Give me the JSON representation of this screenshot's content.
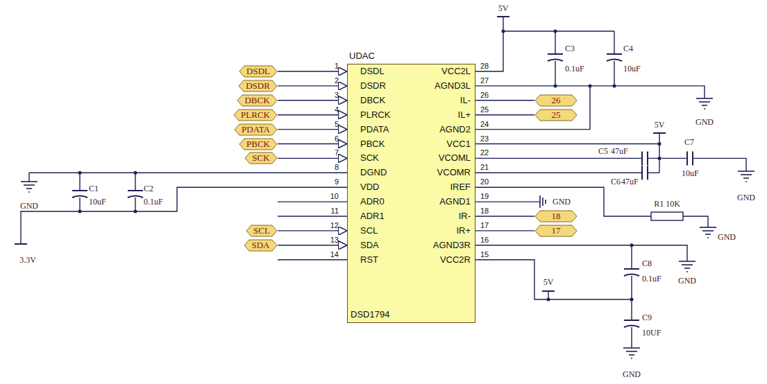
{
  "diagram": {
    "nodes": [
      {
        "text": [
          "UDAC",
          "DSDL",
          "DSDR",
          "DBCK",
          "PLRCK",
          "PDATA",
          "PBCK",
          "SCK",
          "DGND",
          "VDD",
          "ADR0",
          "ADR1",
          "SCL",
          "SDA",
          "RST",
          "VCC2L",
          "AGND3L",
          "IL-",
          "IL+",
          "AGND2",
          "VCC1",
          "VCOML",
          "VCOMR",
          "IREF",
          "AGND1",
          "IR-",
          "IR+",
          "AGND3R",
          "VCC2R",
          "DSD1794"
        ]
      },
      {
        "text": [
          "DSDL"
        ]
      },
      {
        "text": [
          "DSDR"
        ]
      },
      {
        "text": [
          "DBCK"
        ]
      },
      {
        "text": [
          "PLRCK"
        ]
      },
      {
        "text": [
          "PDATA"
        ]
      },
      {
        "text": [
          "PBCK"
        ]
      },
      {
        "text": [
          "SCK"
        ]
      },
      {
        "text": [
          "SCL"
        ]
      },
      {
        "text": [
          "SDA"
        ]
      },
      {
        "text": [
          "26"
        ]
      },
      {
        "text": [
          "25"
        ]
      },
      {
        "text": [
          "18"
        ]
      },
      {
        "text": [
          "17"
        ]
      }
    ],
    "edges": [
      {
        "from": 1,
        "to": 0,
        "arrow": "to"
      },
      {
        "from": 2,
        "to": 0,
        "arrow": "to"
      },
      {
        "from": 3,
        "to": 0,
        "arrow": "to"
      },
      {
        "from": 4,
        "to": 0,
        "arrow": "to"
      },
      {
        "from": 5,
        "to": 0,
        "arrow": "to"
      },
      {
        "from": 6,
        "to": 0,
        "arrow": "to"
      },
      {
        "from": 7,
        "to": 0,
        "arrow": "to"
      },
      {
        "from": 8,
        "to": 0,
        "arrow": "to"
      },
      {
        "from": 9,
        "to": 0,
        "arrow": "to"
      },
      {
        "from": 10,
        "to": 0,
        "arrow": "none"
      },
      {
        "from": 11,
        "to": 0,
        "arrow": "none"
      },
      {
        "from": 12,
        "to": 0,
        "arrow": "none"
      },
      {
        "from": 13,
        "to": 0,
        "arrow": "none"
      }
    ],
    "labels": [
      "1",
      "2",
      "3",
      "4",
      "5",
      "6",
      "7",
      "8",
      "9",
      "10",
      "11",
      "12",
      "13",
      "14",
      "28",
      "27",
      "26",
      "25",
      "24",
      "23",
      "22",
      "21",
      "20",
      "19",
      "18",
      "17",
      "16",
      "15",
      "5V",
      "C3",
      "0.1uF",
      "C4",
      "10uF",
      "GND",
      "5V",
      "C5",
      "47uF",
      "C7",
      "10uF",
      "C6",
      "47uF",
      "GND",
      "GND",
      "R1 10K",
      "GND",
      "GND",
      "C8",
      "0.1uF",
      "5V",
      "C9",
      "10UF",
      "GND",
      "GND",
      "C1",
      "10uF",
      "C2",
      "0.1uF",
      "3.3V"
    ]
  }
}
